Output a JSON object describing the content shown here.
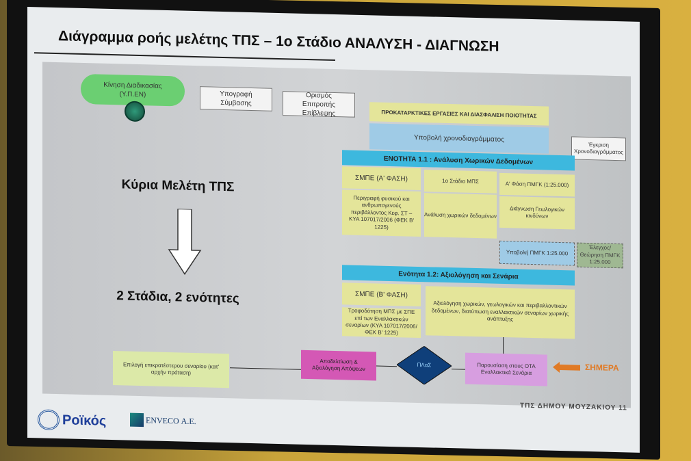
{
  "slide": {
    "title": "Διάγραμμα ροής μελέτης ΤΠΣ – 1ο Στάδιο ΑΝΑΛΥΣΗ - ΔΙΑΓΝΩΣΗ",
    "footer": "ΤΠΣ ΔΗΜΟΥ ΜΟΥΖΑΚΙΟΥ 11",
    "left": {
      "main_study": "Κύρια Μελέτη ΤΠΣ",
      "stages": "2 Στάδια, 2 ενότητες"
    },
    "top_boxes": {
      "start": "Κίνηση Διαδικασίας (Υ.Π.ΕΝ)",
      "contract": "Υπογραφή Σύμβασης",
      "committee": "Ορισμός Επιτροπής Επίβλεψης",
      "approval": "Έγκριση Χρονοδιαγράμματος"
    },
    "prelim": "ΠΡΟΚΑΤΑΡΚΤΙΚΕΣ ΕΡΓΑΣΙΕΣ ΚΑΙ ΔΙΑΣΦΑΛΙΣΗ ΠΟΙΟΤΗΤΑΣ",
    "schedule": "Υποβολή χρονοδιαγράμματος",
    "unit1": {
      "header": "ΕΝΟΤΗΤΑ 1.1 : Ανάλυση Χωρικών Δεδομένων",
      "c1": "ΣΜΠΕ (Α' ΦΑΣΗ)",
      "c2": "1ο Στάδιο ΜΠΣ",
      "c3": "Α' Φάση ΠΜΓΚ (1:25.000)",
      "d1": "Περιγραφή φυσικού και ανθρωπογενούς περιβάλλοντος Κεφ. ΣΤ – ΚΥΑ 107017/2006 (ΦΕΚ Β' 1225)",
      "d2": "Ανάλυση χωρικών δεδομένων",
      "d3": "Διάγνωση Γεωλογικών κινδύνων"
    },
    "pmgk_submit": "Υποβολή ΠΜΓΚ 1:25.000",
    "pmgk_check": "Έλεγχος/Θεώρηση ΠΜΓΚ 1:25.000",
    "unit2": {
      "header": "Ενότητα 1.2: Αξιολόγηση και Σενάρια",
      "c1": "ΣΜΠΕ (Β' ΦΑΣΗ)",
      "d1": "Τροφοδότηση ΜΠΣ με ΣΠΕ επί των Εναλλακτικών σεναρίων (ΚΥΑ 107017/2006/ΦΕΚ Β' 1225)",
      "d2": "Αξιολόγηση χωρικών, γεωλογικών και περιβαλλοντικών δεδομένων, διατύπωση εναλλακτικών σεναρίων χωρικής ανάπτυξης"
    },
    "flow": {
      "presentation": "Παρουσίαση στους ΟΤΑ Εναλλακτικά Σενάρια",
      "today": "ΣΗΜΕΡΑ",
      "plas": "ΠΛαΣ",
      "accept": "Αποδελτίωση & Αξιολόγηση Απόψεων",
      "choose": "Επιλογή επικρατέστερου σεναρίου (κατ' αρχήν πρόταση)"
    },
    "logos": {
      "roikos": "Ροϊκός",
      "enveco": "ENVECO Α.Ε."
    }
  }
}
